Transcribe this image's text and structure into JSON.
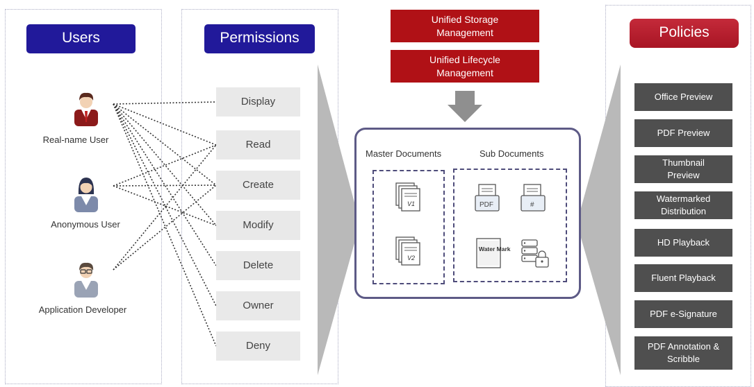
{
  "users": {
    "header": "Users",
    "items": [
      {
        "label": "Real-name User"
      },
      {
        "label": "Anonymous User"
      },
      {
        "label": "Application Developer"
      }
    ]
  },
  "permissions": {
    "header": "Permissions",
    "items": [
      "Display",
      "Read",
      "Create",
      "Modify",
      "Delete",
      "Owner",
      "Deny"
    ]
  },
  "storage": {
    "unified_storage": "Unified Storage Management",
    "unified_lifecycle": "Unified Lifecycle Management",
    "master_label": "Master Documents",
    "sub_label": "Sub Documents",
    "master_icons": [
      "V1",
      "V2"
    ],
    "sub_icons": [
      "PDF",
      "#",
      "Water Mark",
      "lock"
    ]
  },
  "policies": {
    "header": "Policies",
    "items": [
      "Office Preview",
      "PDF Preview",
      "Thumbnail Preview",
      "Watermarked Distribution",
      "HD Playback",
      "Fluent Playback",
      "PDF e-Signature",
      "PDF Annotation & Scribble"
    ]
  },
  "colors": {
    "header_blue": "#21199a",
    "header_red": "#b01116",
    "policy_gray": "#4f4f4f",
    "permission_gray": "#e9e9e9",
    "doc_border": "#5d5a86"
  }
}
